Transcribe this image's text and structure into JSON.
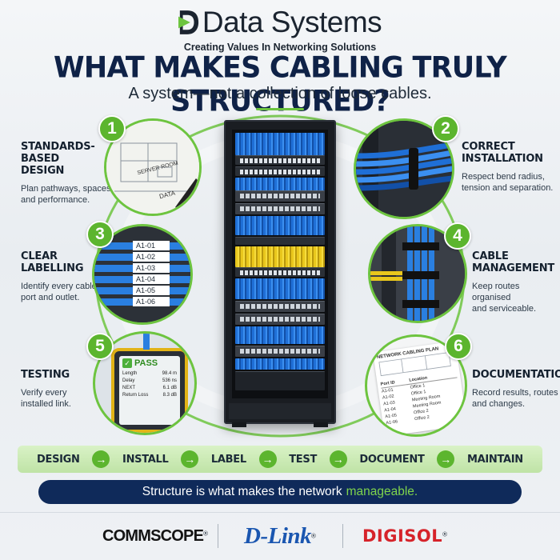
{
  "brand": {
    "name": "Data Systems",
    "tagline": "Creating Values In Networking Solutions"
  },
  "headline": "WHAT MAKES CABLING TRULY STRUCTURED?",
  "subheadline": "A system—not a collection of loose cables.",
  "features": [
    {
      "number": "1",
      "title": "STANDARDS-BASED\nDESIGN",
      "desc": "Plan pathways, spaces\nand performance.",
      "image_labels": [
        "SERVER ROOM",
        "DATA"
      ]
    },
    {
      "number": "2",
      "title": "CORRECT\nINSTALLATION",
      "desc": "Respect bend radius,\ntension and separation."
    },
    {
      "number": "3",
      "title": "CLEAR\nLABELLING",
      "desc": "Identify every cable,\nport and outlet.",
      "image_labels": [
        "A1-01",
        "A1-02",
        "A1-03",
        "A1-04",
        "A1-05",
        "A1-06"
      ]
    },
    {
      "number": "4",
      "title": "CABLE\nMANAGEMENT",
      "desc": "Keep routes organised\nand serviceable."
    },
    {
      "number": "5",
      "title": "TESTING",
      "desc": "Verify every\ninstalled link.",
      "tester": {
        "status": "PASS",
        "rows": [
          [
            "Length",
            "98.4 m"
          ],
          [
            "Delay",
            "536 ns"
          ],
          [
            "NEXT",
            "6.1 dB"
          ],
          [
            "Return Loss",
            "8.3 dB"
          ]
        ]
      }
    },
    {
      "number": "6",
      "title": "DOCUMENTATION",
      "desc": "Record results, routes\nand changes.",
      "plan": {
        "title": "NETWORK CABLING PLAN",
        "headers": [
          "Port ID",
          "Location"
        ],
        "rows": [
          [
            "A1-01",
            "Office 1"
          ],
          [
            "A1-02",
            "Office 1"
          ],
          [
            "A1-03",
            "Meeting Room"
          ],
          [
            "A1-04",
            "Meeting Room"
          ],
          [
            "A1-05",
            "Office 2"
          ],
          [
            "A1-06",
            "Office 2"
          ]
        ]
      }
    }
  ],
  "process_steps": [
    "DESIGN",
    "INSTALL",
    "LABEL",
    "TEST",
    "DOCUMENT",
    "MAINTAIN"
  ],
  "banner": {
    "text": "Structure is what makes the network",
    "highlight": "manageable."
  },
  "partners": [
    "COMMSCOPE",
    "D-Link",
    "DIGISOL"
  ],
  "colors": {
    "accent_green": "#5cb52e",
    "navy": "#0f2a5a",
    "cable_blue": "#1f6fd6",
    "cable_yellow": "#e9c71c",
    "digisol_red": "#d6232a",
    "dlink_blue": "#1a56b0"
  }
}
